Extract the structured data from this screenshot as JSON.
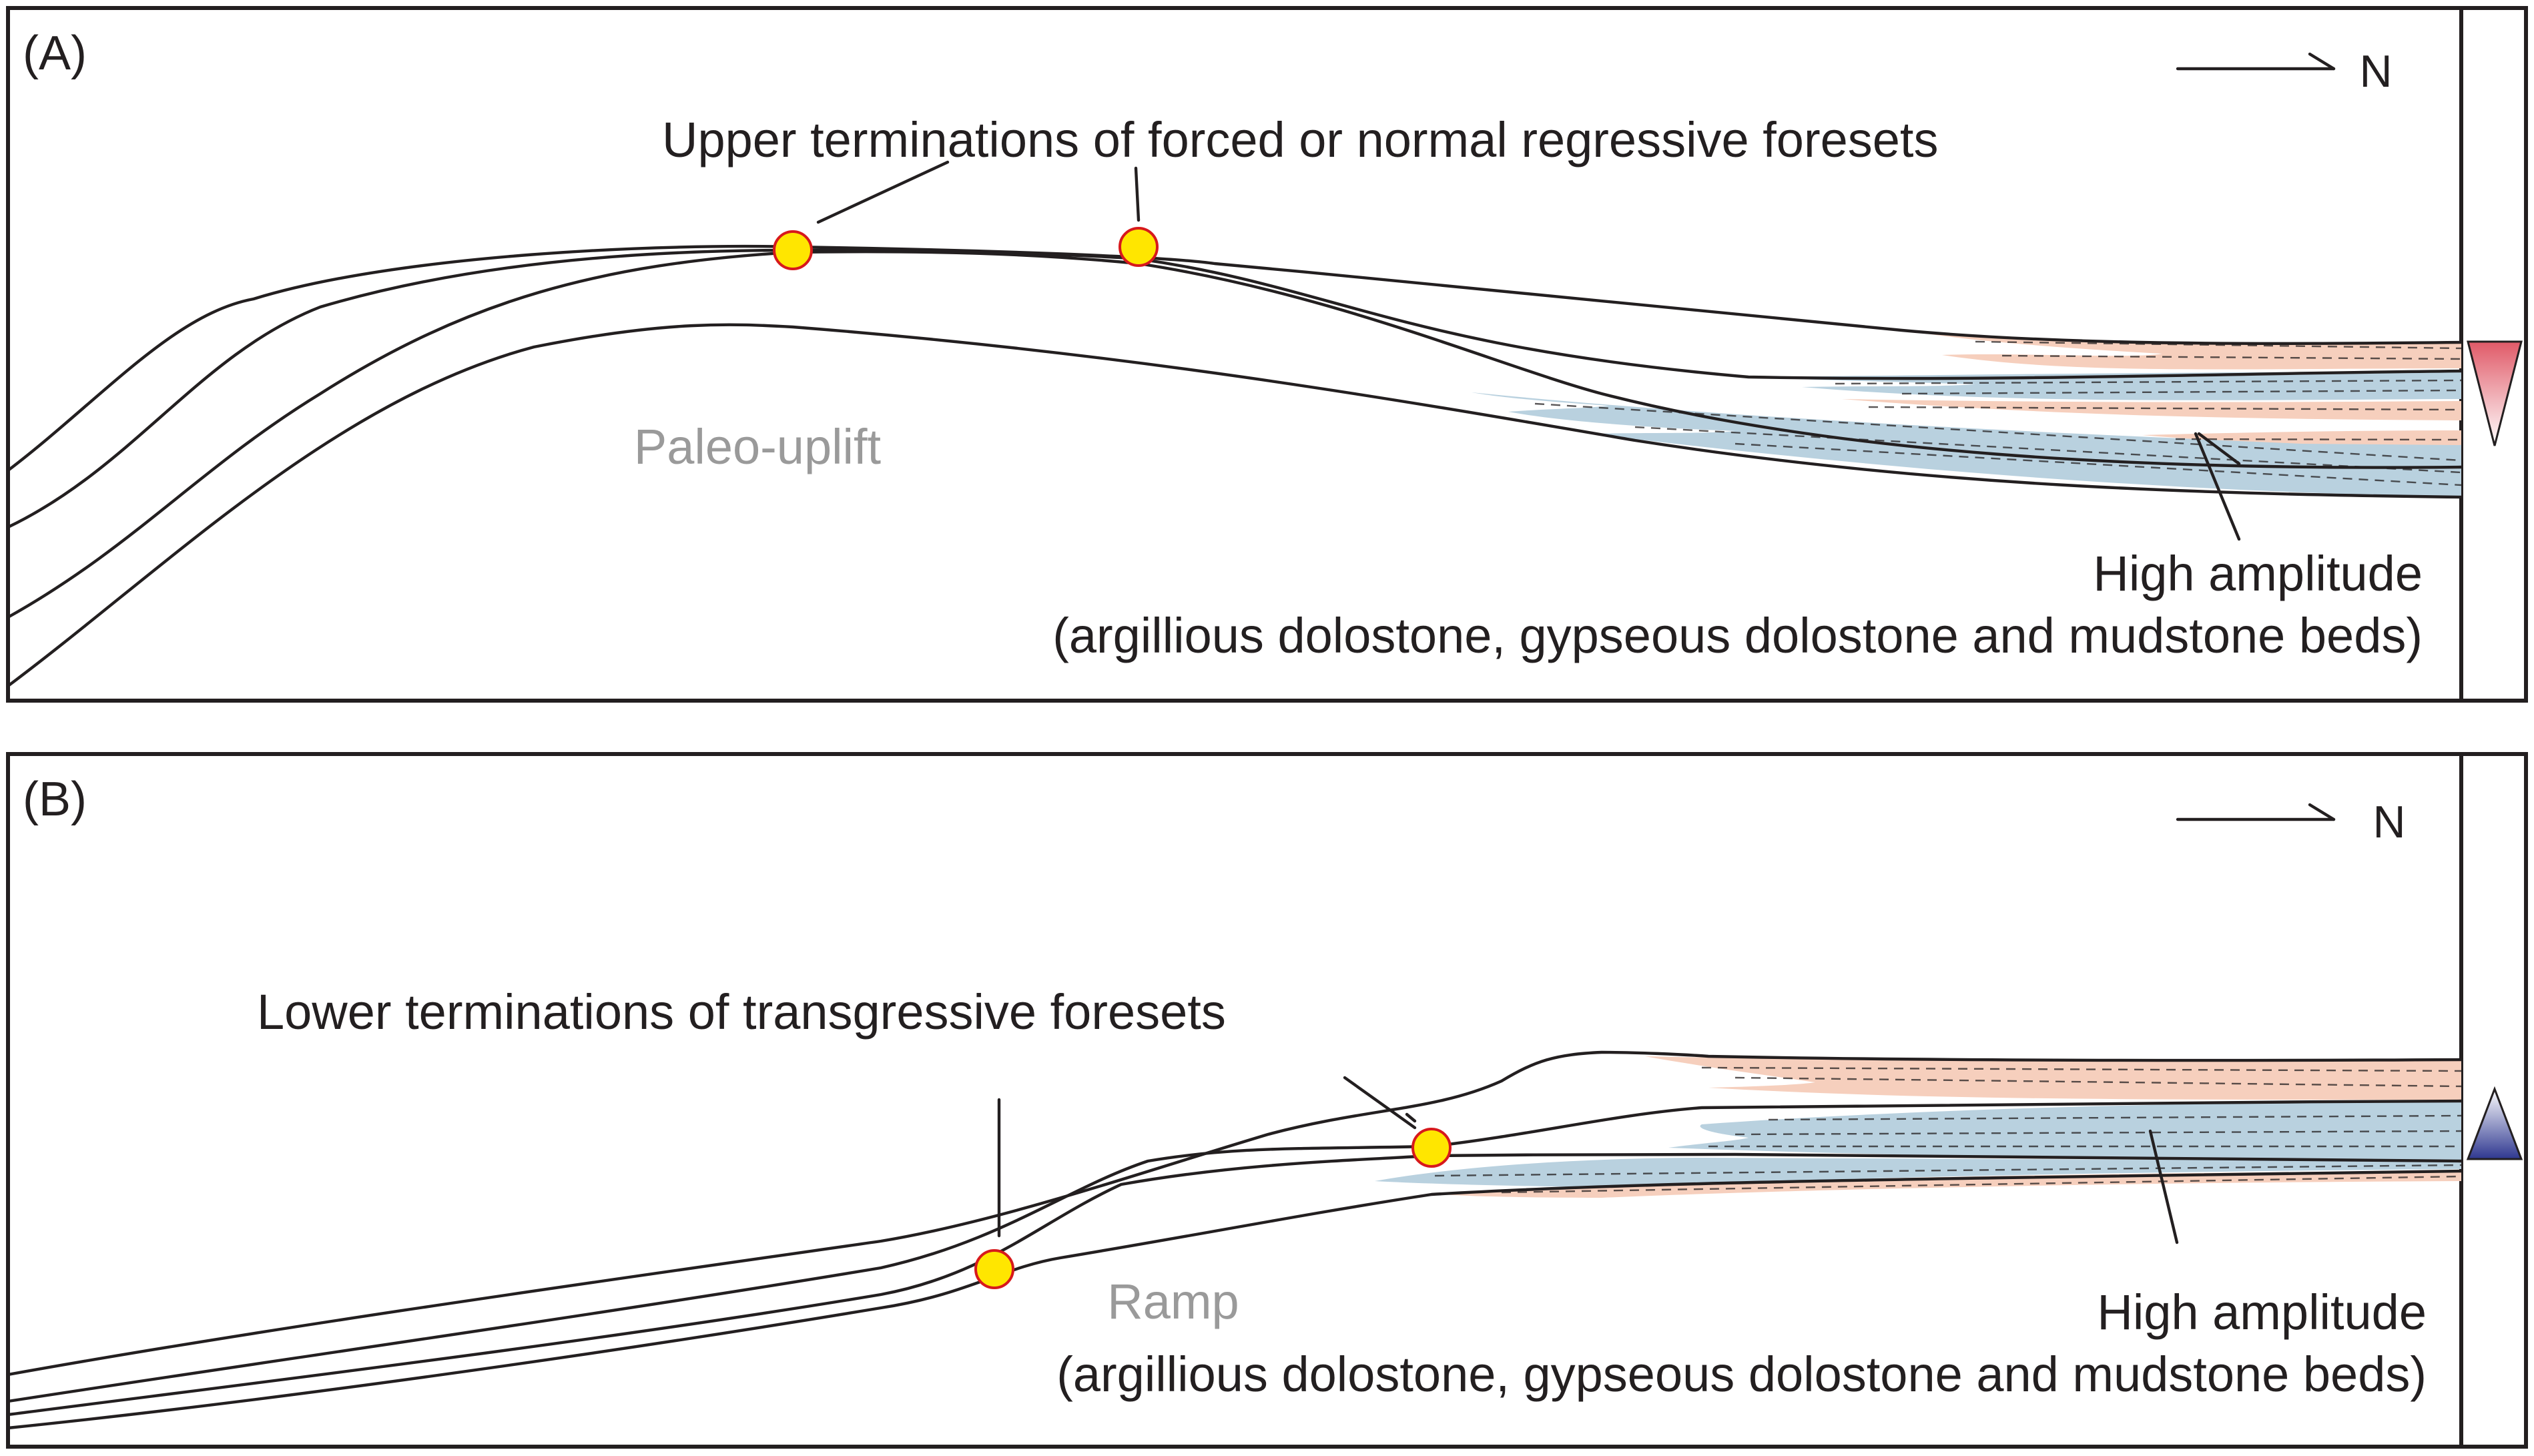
{
  "panels": [
    {
      "label": "(A)",
      "north": "N",
      "termination_label": "Upper terminations of forced or normal regressive foresets",
      "setting_label": "Paleo-uplift",
      "amplitude_label": "High amplitude",
      "lithology_label": "(argillious dolostone, gypseous dolostone and mudstone beds)",
      "trend_marker": "falling",
      "trend_color": "#e05a68"
    },
    {
      "label": "(B)",
      "north": "N",
      "termination_label": "Lower terminations of transgressive foresets",
      "setting_label": "Ramp",
      "amplitude_label": "High amplitude",
      "lithology_label": "(argillious dolostone, gypseous dolostone and mudstone beds)",
      "trend_marker": "rising",
      "trend_color": "#2e3790"
    }
  ],
  "colors": {
    "outline": "#231f20",
    "termination_point": "#ffe600",
    "termination_point_edge": "#d7191c",
    "mudstone_fill": "#f6cfbd",
    "dolostone_fill": "#b9d1df",
    "setting_label_color": "#9a9a9a"
  }
}
